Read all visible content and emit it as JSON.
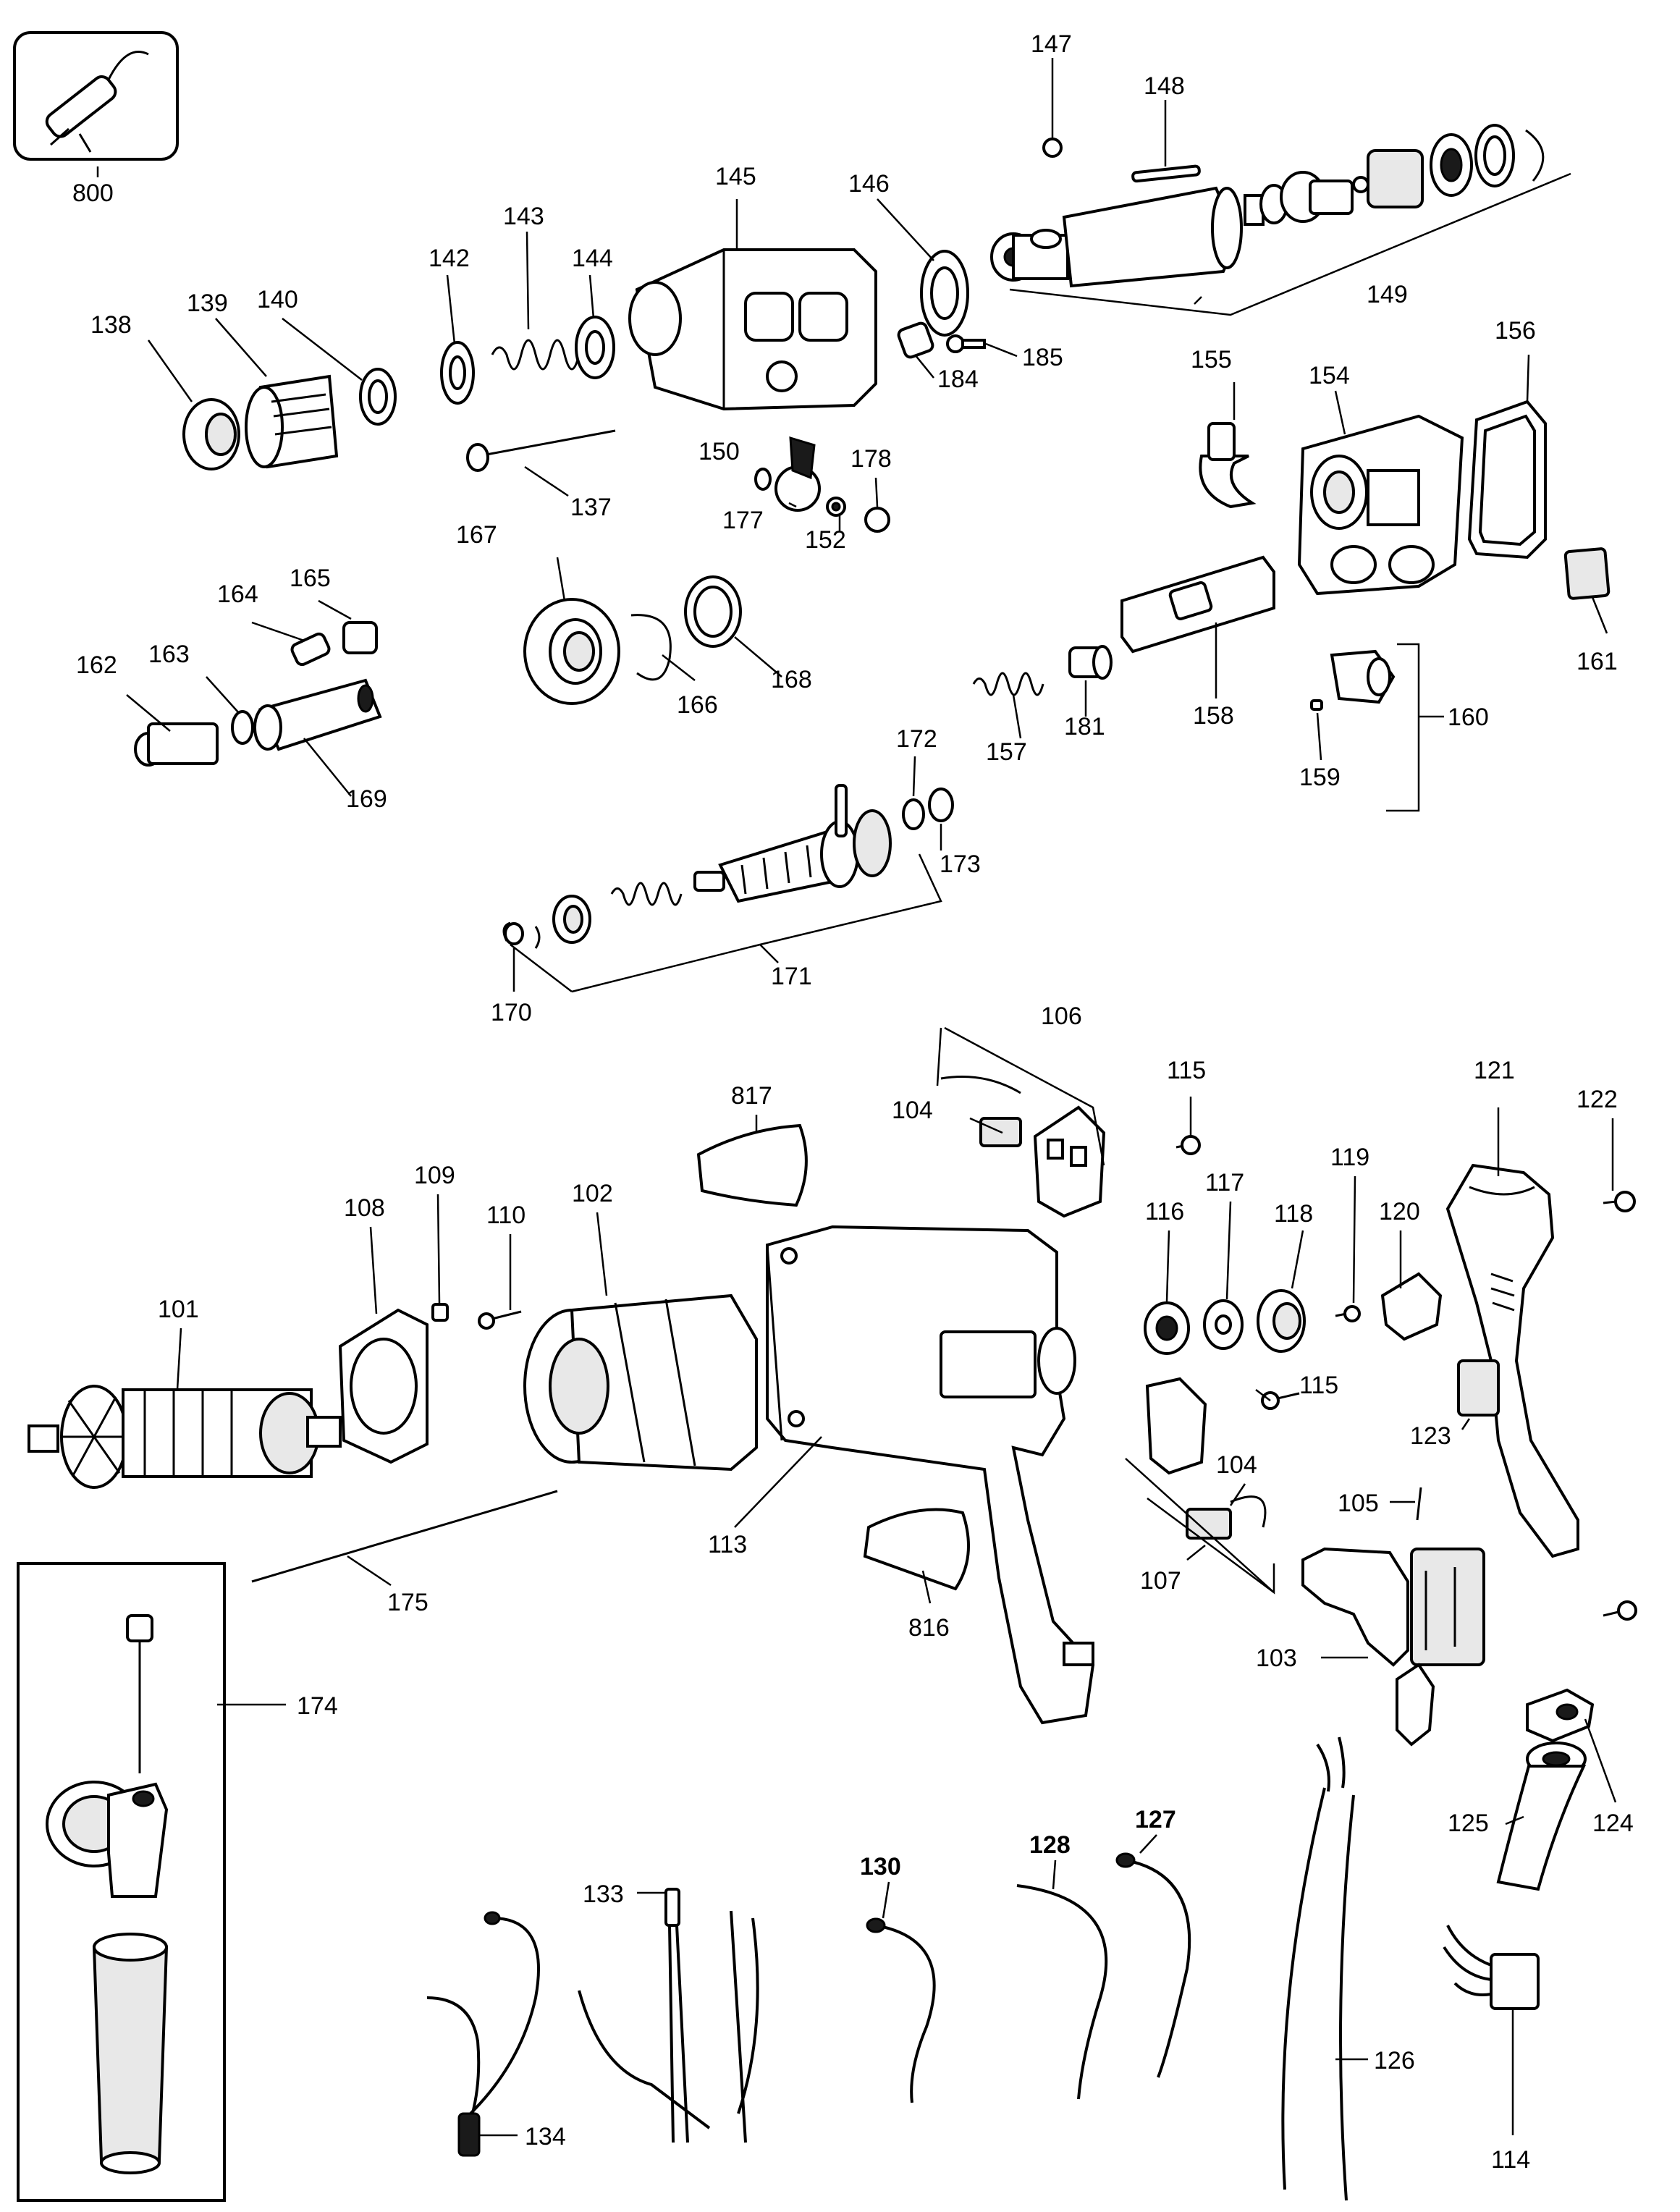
{
  "labels": {
    "p800": "800",
    "p147": "147",
    "p148": "148",
    "p145": "145",
    "p146": "146",
    "p143": "143",
    "p142": "142",
    "p144": "144",
    "p149": "149",
    "p185": "185",
    "p184": "184",
    "p138": "138",
    "p139": "139",
    "p140": "140",
    "p155": "155",
    "p154": "154",
    "p156": "156",
    "p150": "150",
    "p178": "178",
    "p177": "177",
    "p152": "152",
    "p137": "137",
    "p167": "167",
    "p165": "165",
    "p164": "164",
    "p163": "163",
    "p162": "162",
    "p169": "169",
    "p166": "166",
    "p168": "168",
    "p161": "161",
    "p158": "158",
    "p157": "157",
    "p181": "181",
    "p160": "160",
    "p159": "159",
    "p172": "172",
    "p173": "173",
    "p171": "171",
    "p170": "170",
    "p106": "106",
    "p817": "817",
    "p104a": "104",
    "p115a": "115",
    "p121": "121",
    "p122": "122",
    "p119": "119",
    "p117": "117",
    "p116": "116",
    "p118": "118",
    "p120": "120",
    "p109": "109",
    "p108": "108",
    "p110": "110",
    "p102": "102",
    "p101": "101",
    "p115b": "115",
    "p123": "123",
    "p104b": "104",
    "p105": "105",
    "p113": "113",
    "p107": "107",
    "p175": "175",
    "p816": "816",
    "p103": "103",
    "p174": "174",
    "p124": "124",
    "p125": "125",
    "p127": "127",
    "p128": "128",
    "p130": "130",
    "p133": "133",
    "p126": "126",
    "p134": "134",
    "p114": "114"
  }
}
